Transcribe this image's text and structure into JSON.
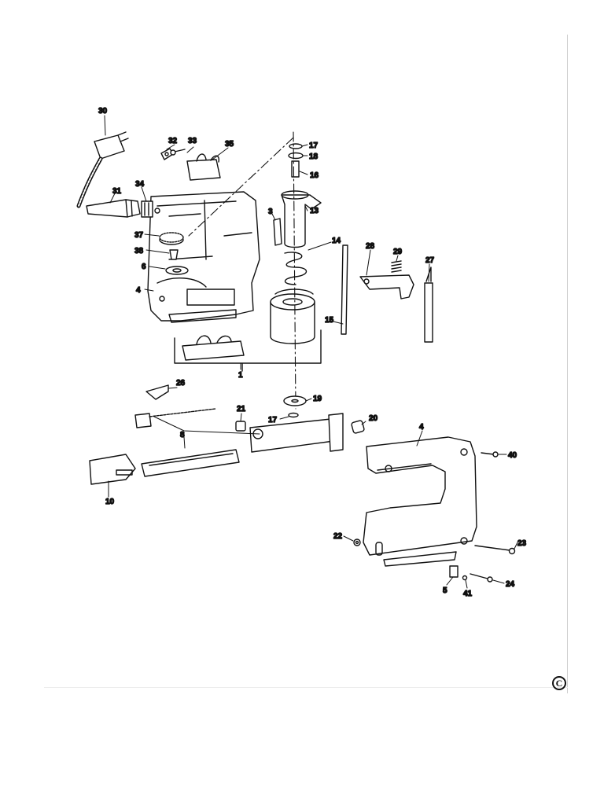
{
  "diagram": {
    "copyright_mark": "C",
    "labels": {
      "p30": "30",
      "p32": "32",
      "p33": "33",
      "p35": "35",
      "p31": "31",
      "p34": "34",
      "p37": "37",
      "p38": "38",
      "p6": "6",
      "p4a": "4",
      "p1": "1",
      "p17a": "17",
      "p18": "18",
      "p16": "16",
      "p13": "13",
      "p3": "3",
      "p14": "14",
      "p15": "15",
      "p28": "28",
      "p29": "29",
      "p27": "27",
      "p26": "26",
      "p21": "21",
      "p17b": "17",
      "p19": "19",
      "p20": "20",
      "p8": "8",
      "p10": "10",
      "p4b": "4",
      "p40": "40",
      "p22": "22",
      "p23": "23",
      "p24": "24",
      "p5": "5",
      "p41": "41"
    }
  }
}
